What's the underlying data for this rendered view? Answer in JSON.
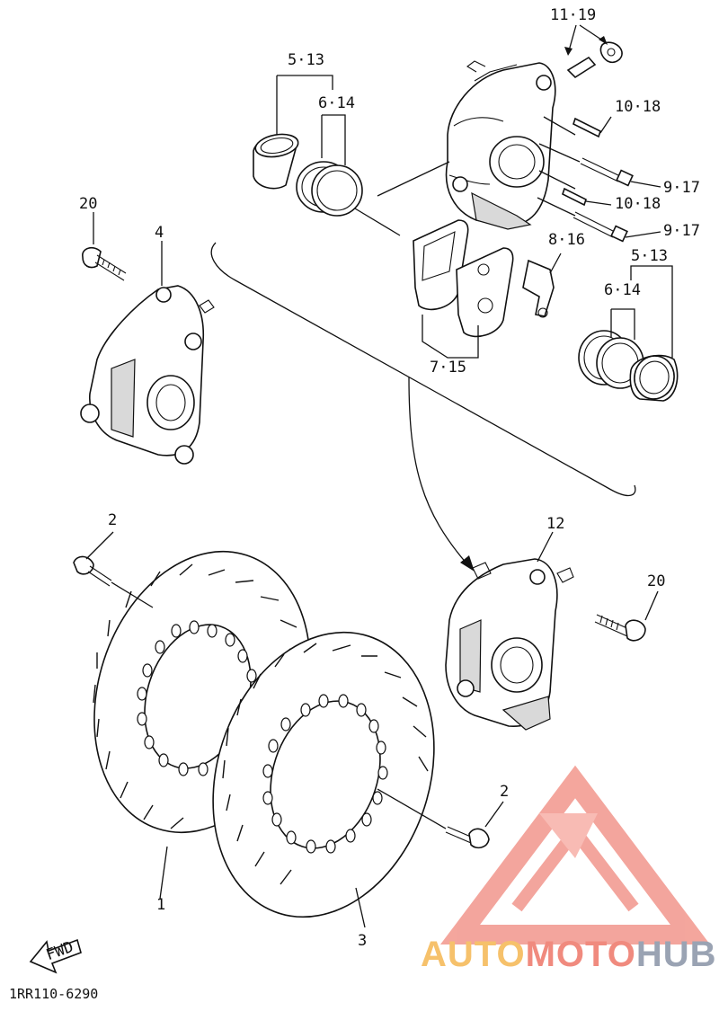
{
  "callouts": {
    "c_11_19": "11·19",
    "c_10_18_a": "10·18",
    "c_9_17_a": "9·17",
    "c_10_18_b": "10·18",
    "c_9_17_b": "9·17",
    "c_5_13_a": "5·13",
    "c_6_14_a": "6·14",
    "c_8_16": "8·16",
    "c_5_13_b": "5·13",
    "c_6_14_b": "6·14",
    "c_7_15": "7·15",
    "c_20_a": "20",
    "c_4": "4",
    "c_2_a": "2",
    "c_12": "12",
    "c_20_b": "20",
    "c_2_b": "2",
    "c_1": "1",
    "c_3": "3"
  },
  "fwd_label": "FWD",
  "catalog_code": "1RR110-6290",
  "watermark": {
    "part1": "AUTO",
    "part2": "MOTO",
    "part3": "HUB",
    "colors": {
      "auto": "#f6c16b",
      "moto": "#f08a7e",
      "hub": "#9aa3b3",
      "logo": "#f2968c"
    }
  }
}
